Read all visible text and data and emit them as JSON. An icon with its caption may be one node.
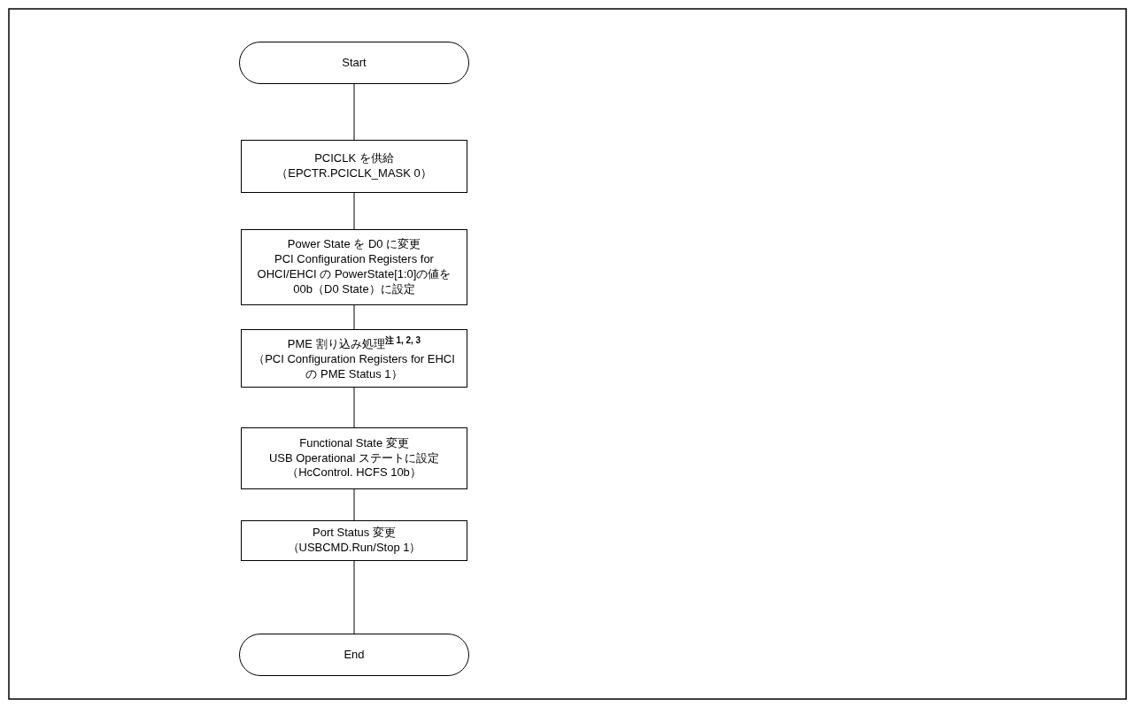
{
  "diagram": {
    "nodes": [
      {
        "text": [
          "Start"
        ]
      },
      {
        "text": [
          "PCICLK を供給",
          "（EPCTR.PCICLK_MASK 0）"
        ]
      },
      {
        "text": [
          "Power State を D0 に変更",
          "PCI Configuration Registers for OHCI/EHCI の PowerState[1:0]の値を 00b（D0 State）に設定"
        ]
      },
      {
        "text": [
          "PME 割り込み処理$^{注 1, 2, 3}$",
          "（PCI Configuration Registers for EHCI の PME Status 1）"
        ]
      },
      {
        "text": [
          "Functional State 変更",
          "USB Operational ステートに設定",
          "（HcControl. HCFS 10b）"
        ]
      },
      {
        "text": [
          "Port Status 変更",
          "（USBCMD.Run/Stop 1）"
        ]
      },
      {
        "text": [
          "End"
        ]
      }
    ],
    "edges": [
      {
        "from": 0,
        "to": 1,
        "arrow": "none"
      },
      {
        "from": 1,
        "to": 2,
        "arrow": "none"
      },
      {
        "from": 2,
        "to": 3,
        "arrow": "none"
      },
      {
        "from": 3,
        "to": 4,
        "arrow": "none"
      },
      {
        "from": 4,
        "to": 5,
        "arrow": "none"
      },
      {
        "from": 5,
        "to": 6,
        "arrow": "none"
      }
    ]
  }
}
